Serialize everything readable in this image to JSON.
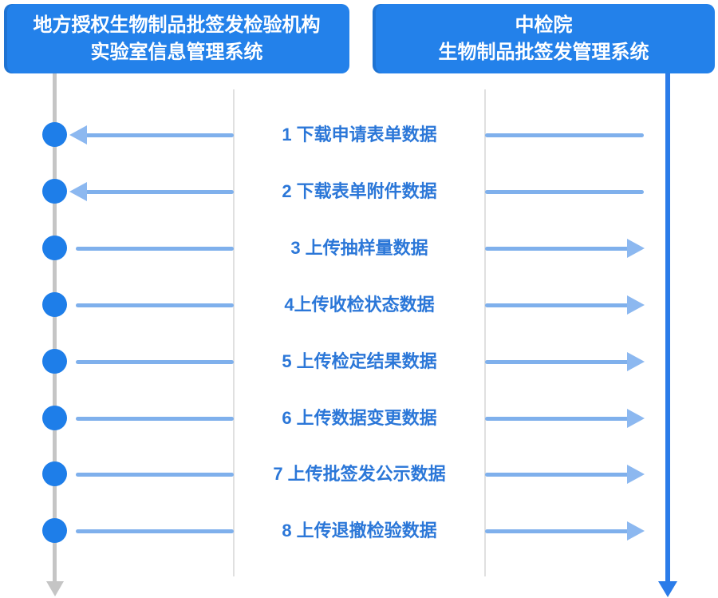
{
  "left_system": {
    "line1": "地方授权生物制品批签发检验机构",
    "line2": "实验室信息管理系统"
  },
  "right_system": {
    "line1": "中检院",
    "line2": "生物制品批签发管理系统"
  },
  "messages": [
    {
      "label": "1 下载申请表单数据",
      "direction": "left"
    },
    {
      "label": "2 下载表单附件数据",
      "direction": "left"
    },
    {
      "label": "3 上传抽样量数据",
      "direction": "right"
    },
    {
      "label": "4上传收检状态数据",
      "direction": "right"
    },
    {
      "label": "5 上传检定结果数据",
      "direction": "right"
    },
    {
      "label": "6 上传数据变更数据",
      "direction": "right"
    },
    {
      "label": "7 上传批签发公示数据",
      "direction": "right"
    },
    {
      "label": "8 上传退撤检验数据",
      "direction": "right"
    }
  ],
  "colors": {
    "header_bg": "#2381ea",
    "label_text": "#2b77d8",
    "arrow": "#7fb0ec",
    "arrowhead": "#8cb8f0",
    "node": "#1e7ee9",
    "right_lifeline": "#2b7ce9",
    "left_lifeline": "#c5c5c5",
    "thin_line": "#e0e0e0"
  }
}
